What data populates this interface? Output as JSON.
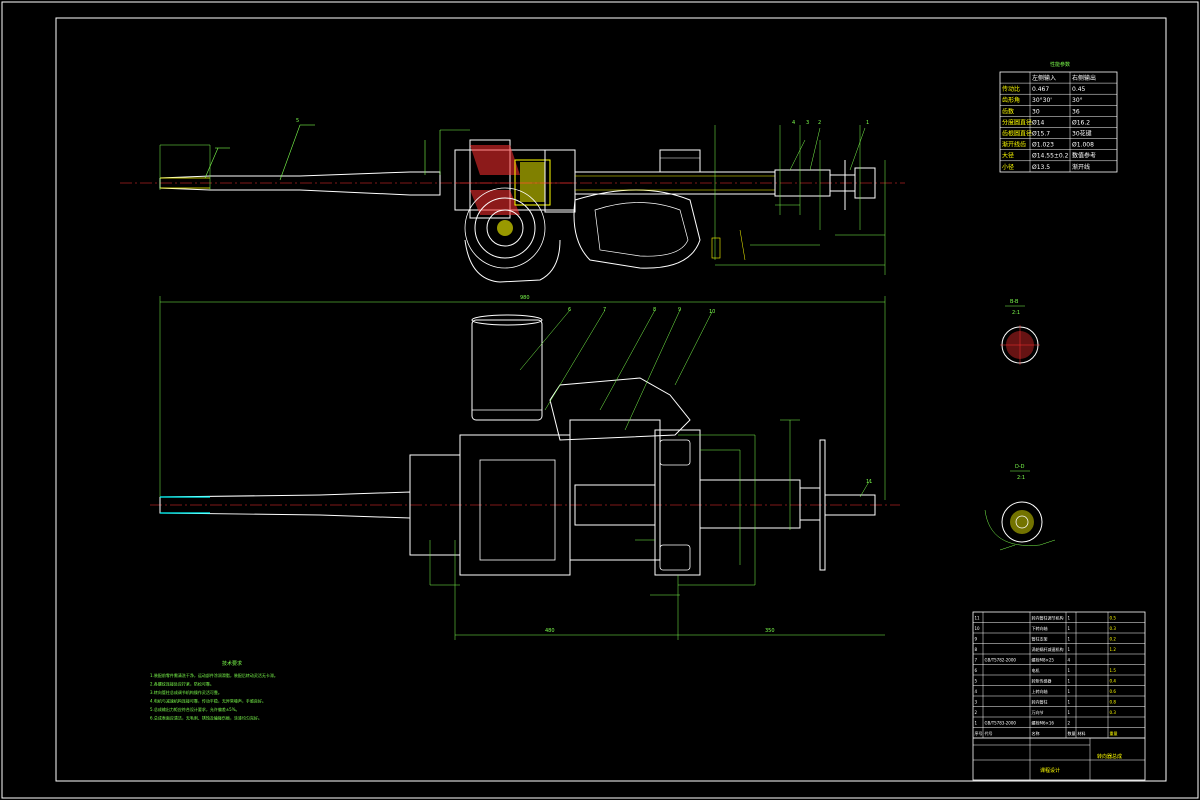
{
  "spec_table": {
    "title": "性能参数",
    "header": [
      "",
      "左侧输入",
      "右侧输出"
    ],
    "rows": [
      [
        "传动比",
        "0.467",
        "0.45"
      ],
      [
        "齿形角",
        "30°30'",
        "30°"
      ],
      [
        "齿数",
        "30",
        "36"
      ],
      [
        "分度圆直径",
        "Ø14",
        "Ø16.2"
      ],
      [
        "齿根圆直径",
        "Ø15.7",
        "30花键"
      ],
      [
        "渐开线齿",
        "Ø1.023",
        "Ø1.008"
      ],
      [
        "大径",
        "Ø14.55±0.2",
        "数值参考"
      ],
      [
        "小径",
        "Ø13.5",
        "渐开线"
      ]
    ]
  },
  "views": {
    "section_bb": {
      "label": "B-B",
      "scale": "2:1"
    },
    "section_dd": {
      "label": "D-D",
      "scale": "2:1"
    }
  },
  "tech_notes": {
    "title": "技术要求",
    "lines": [
      "1.装配前零件需清洗干净，运动部件涂润滑脂，装配后转动灵活无卡滞。",
      "2.各螺纹连接处应拧紧，防松可靠。",
      "3.转向管柱总成调节机构操作灵活可靠。",
      "4.电机与减速机构连接可靠，传动平稳，无异常噪声，手感良好。",
      "5.总成输出力矩应符合设计要求，允许偏差±5%。",
      "6.总成表面应清洁，无毛刺、锈蚀及磕碰伤痕，涂漆均匀完好。"
    ]
  },
  "parts_list": {
    "rows": [
      [
        "11",
        "",
        "转向管柱调节机构",
        "1",
        "",
        "0.5"
      ],
      [
        "10",
        "",
        "下转向轴",
        "1",
        "",
        "0.3"
      ],
      [
        "9",
        "",
        "管柱支架",
        "1",
        "",
        "0.2"
      ],
      [
        "8",
        "",
        "涡轮蜗杆减速机构",
        "1",
        "",
        "1.2"
      ],
      [
        "7",
        "GB/T5782-2000",
        "螺栓M8×25",
        "4",
        "",
        ""
      ],
      [
        "6",
        "",
        "电机",
        "1",
        "",
        "1.5"
      ],
      [
        "5",
        "",
        "转矩传感器",
        "1",
        "",
        "0.4"
      ],
      [
        "4",
        "",
        "上转向轴",
        "1",
        "",
        "0.6"
      ],
      [
        "3",
        "",
        "转向管柱",
        "1",
        "",
        "0.8"
      ],
      [
        "2",
        "",
        "万向节",
        "1",
        "",
        "0.3"
      ],
      [
        "1",
        "GB/T5783-2000",
        "螺栓M6×16",
        "2",
        "",
        ""
      ]
    ],
    "header": [
      "序号",
      "代号",
      "名称",
      "数量",
      "材料",
      "重量"
    ],
    "title_block": {
      "drawing_name": "转向器总成",
      "company": "课程设计"
    }
  },
  "balloons": [
    "1",
    "2",
    "3",
    "4",
    "5",
    "6",
    "7",
    "8",
    "9",
    "10",
    "11"
  ],
  "dims": {
    "overall_top": "980",
    "left_part": "480",
    "right_part": "350"
  },
  "colors": {
    "outline": "#ffffff",
    "dim": "#7cff4c",
    "hidden": "#ffff00",
    "center": "#ff3030",
    "hatch": "#ff3030",
    "accent": "#00ffff",
    "frame": "#ffffff"
  }
}
